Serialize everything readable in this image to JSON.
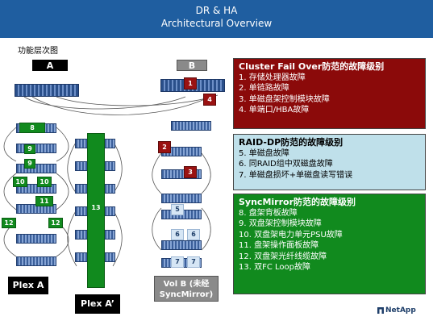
{
  "header": {
    "title_line1": "DR & HA",
    "title_line2": "Architectural Overview"
  },
  "diagram": {
    "section_title": "功能层次图",
    "label_a": "A",
    "label_b": "B",
    "plex_a_label": "Plex A",
    "plex_a_prime_label": "Plex A’",
    "vol_b_label_line1": "Vol B (未经",
    "vol_b_label_line2": "SyncMirror)",
    "badges": {
      "b1": "1",
      "b2": "2",
      "b3": "3",
      "b4": "4",
      "b5": "5",
      "b6a": "6",
      "b6b": "6",
      "b7a": "7",
      "b7b": "7",
      "b8": "8",
      "b9a": "9",
      "b9b": "9",
      "b10a": "10",
      "b10b": "10",
      "b11": "11",
      "b12a": "12",
      "b12b": "12",
      "b13": "13"
    }
  },
  "panels": {
    "cluster": {
      "title": "Cluster Fail Over防范的故障级别",
      "items": [
        "1. 存储处理器故障",
        "2. 单链路故障",
        "3. 单磁盘架控制模块故障",
        "4. 单端口/HBA故障"
      ]
    },
    "raid": {
      "title": "RAID-DP防范的故障级别",
      "items": [
        "5. 单磁盘故障",
        "6. 同RAID组中双磁盘故障",
        "7. 单磁盘损坏+单磁盘读写错误"
      ]
    },
    "syncmirror": {
      "title": "SyncMirror防范的故障级别",
      "items": [
        "8.    盘架背板故障",
        "9.    双盘架控制模块故障",
        "10.  双盘架电力单元PSU故障",
        "11.  盘架操作面板故障",
        "12.  双盘架光纤线缆故障",
        "13.  双FC Loop故障"
      ]
    }
  },
  "footer": {
    "logo_text": "NetApp"
  },
  "colors": {
    "header_blue": "#1f5ea0",
    "cluster_red": "#8b0a0a",
    "raid_lightblue": "#bfe0ea",
    "sync_green": "#118a1e"
  }
}
